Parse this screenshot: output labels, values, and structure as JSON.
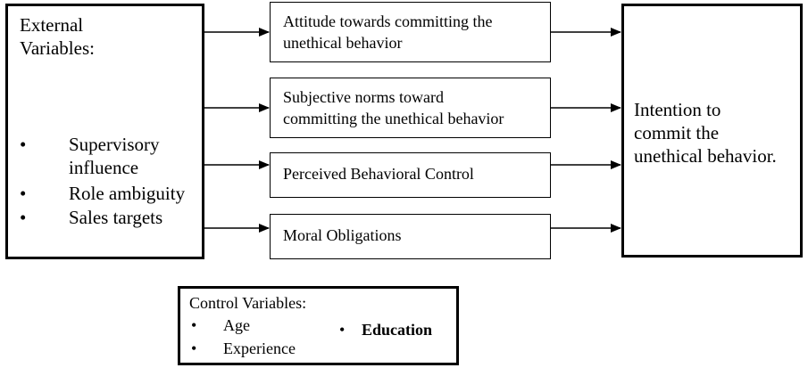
{
  "external": {
    "title_line1": "External",
    "title_line2": "Variables:",
    "bullet": "•",
    "items": [
      {
        "line1": "Supervisory",
        "line2": "influence"
      },
      {
        "line1": "Role ambiguity"
      },
      {
        "line1": "Sales targets"
      }
    ]
  },
  "constructs": {
    "attitude": {
      "line1": "Attitude towards committing the",
      "line2": "unethical behavior"
    },
    "norms": {
      "line1": "Subjective norms toward",
      "line2": "committing the unethical behavior"
    },
    "pbc": {
      "line1": "Perceived Behavioral Control"
    },
    "moral": {
      "line1": "Moral Obligations"
    }
  },
  "intention": {
    "line1": "Intention to",
    "line2": "commit the",
    "line3": "unethical behavior."
  },
  "control": {
    "title": "Control Variables:",
    "bullet": "•",
    "items": [
      "Age",
      "Experience",
      "Education"
    ]
  }
}
